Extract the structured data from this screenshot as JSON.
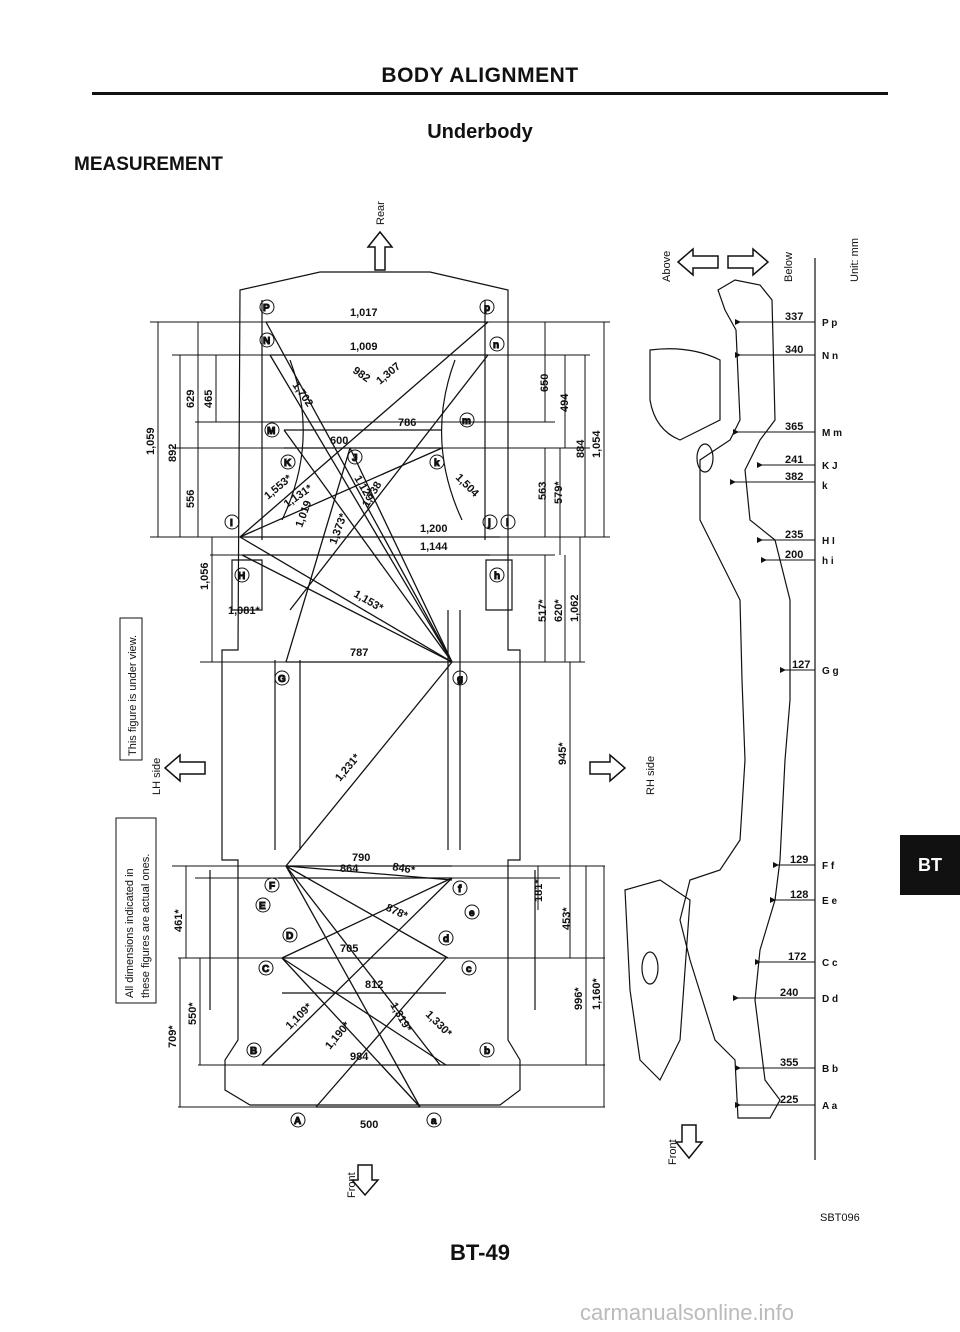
{
  "header": {
    "title": "BODY ALIGNMENT",
    "subtitle": "Underbody",
    "section": "MEASUREMENT"
  },
  "arrows": {
    "rear": "Rear",
    "front": "Front",
    "lh_side": "LH side",
    "rh_side": "RH side",
    "above": "Above",
    "below": "Below"
  },
  "unit": "Unit: mm",
  "notes": {
    "view": "This figure is under view.",
    "actual_line1": "All dimensions indicated in",
    "actual_line2": "these figures are actual ones."
  },
  "under_view_dims": {
    "horizontal": [
      "1,017",
      "1,009",
      "600",
      "786",
      "1,200",
      "1,144",
      "787",
      "790",
      "864",
      "705",
      "812",
      "984",
      "500",
      "1,081*"
    ],
    "diagonal": [
      "982",
      "1,307",
      "1,702",
      "1,553*",
      "1,131*",
      "1,019",
      "1,373*",
      "1,129",
      "1,738",
      "1,504",
      "1,153*",
      "1,231*",
      "846*",
      "878*",
      "1,109*",
      "1,190*",
      "1,319*",
      "1,330*"
    ],
    "vertical_left": [
      "1,059",
      "892",
      "629",
      "465",
      "556",
      "1,056",
      "461*",
      "709*",
      "550*"
    ],
    "vertical_right": [
      "650",
      "494",
      "884",
      "1,054",
      "563",
      "579*",
      "517*",
      "620*",
      "1,062",
      "945*",
      "181*",
      "453*",
      "996*",
      "1,160*"
    ]
  },
  "side_view_dims": [
    {
      "value": "337",
      "points": "P p"
    },
    {
      "value": "340",
      "points": "N n"
    },
    {
      "value": "365",
      "points": "M m"
    },
    {
      "value": "241",
      "points": "K J"
    },
    {
      "value": "382",
      "points": "k"
    },
    {
      "value": "235",
      "points": "H I"
    },
    {
      "value": "200",
      "points": "h i"
    },
    {
      "value": "127",
      "points": "G g"
    },
    {
      "value": "129",
      "points": "F f"
    },
    {
      "value": "128",
      "points": "E e"
    },
    {
      "value": "172",
      "points": "C c"
    },
    {
      "value": "240",
      "points": "D d"
    },
    {
      "value": "355",
      "points": "B b"
    },
    {
      "value": "225",
      "points": "A a"
    }
  ],
  "point_labels": [
    "P",
    "p",
    "N",
    "n",
    "M",
    "m",
    "K",
    "J",
    "k",
    "j",
    "I",
    "i",
    "H",
    "h",
    "G",
    "g",
    "F",
    "f",
    "E",
    "e",
    "D",
    "d",
    "C",
    "c",
    "B",
    "b",
    "A",
    "a"
  ],
  "figure_code": "SBT096",
  "page_number": "BT-49",
  "tab_label": "BT",
  "watermark": "carmanualsonline.info"
}
